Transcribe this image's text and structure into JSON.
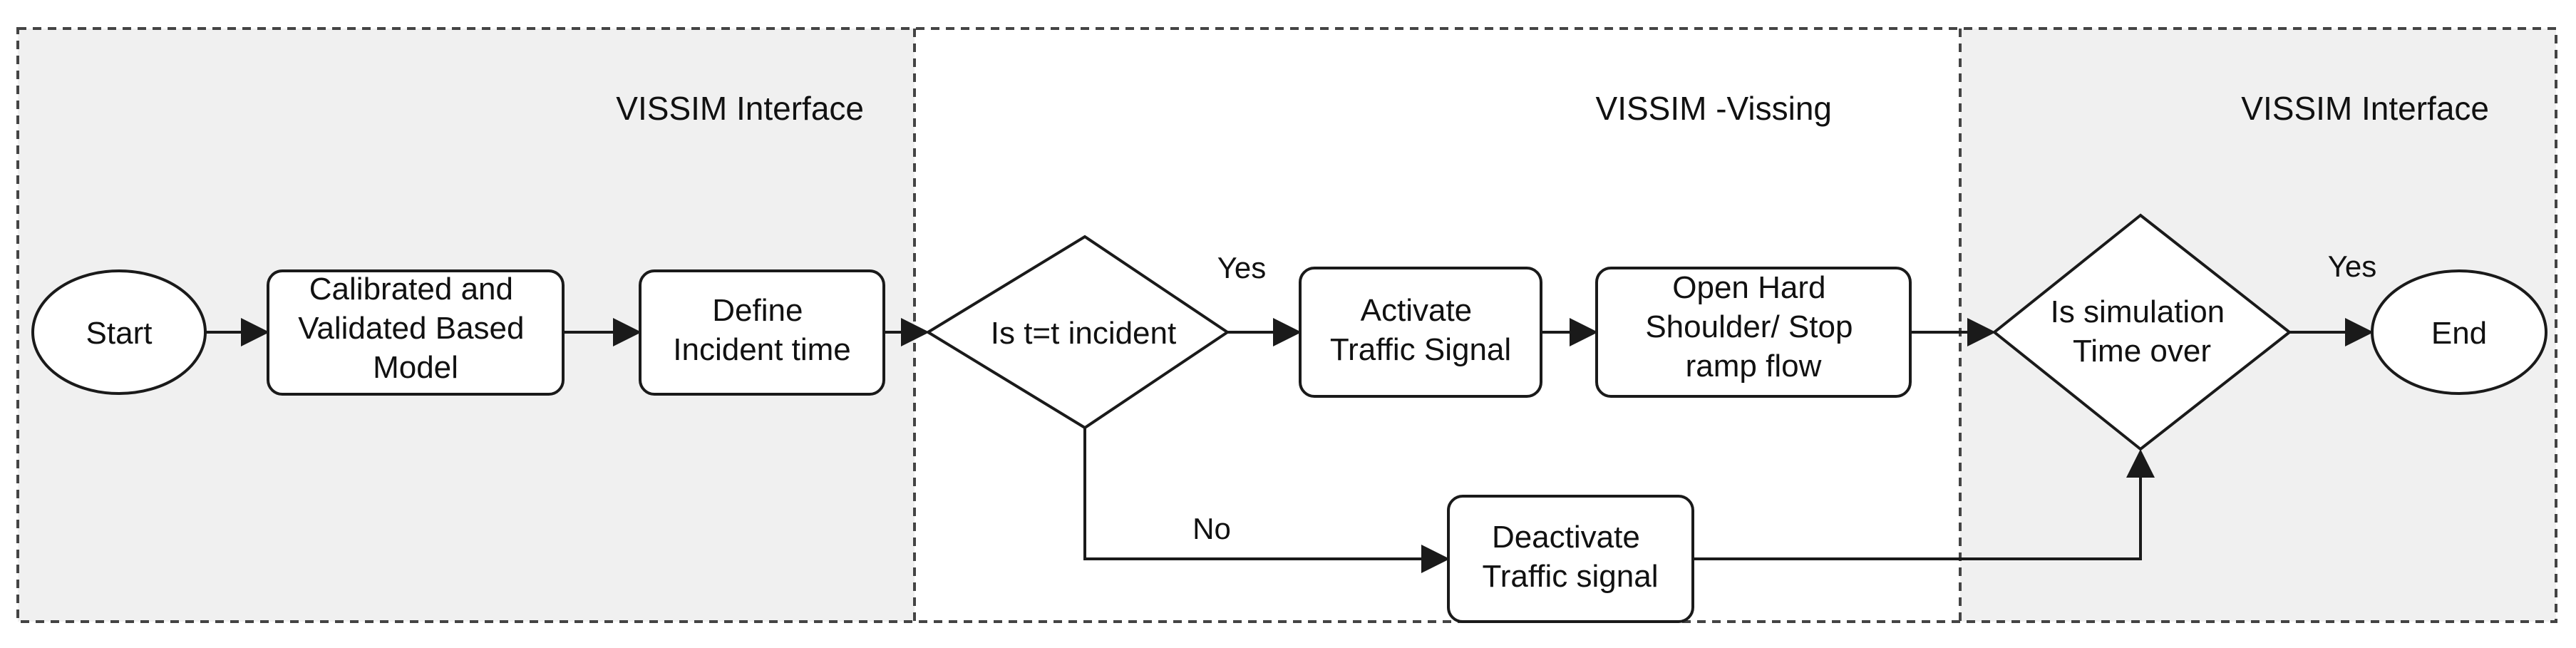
{
  "diagram": {
    "lanes": {
      "left": {
        "title": "VISSIM Interface"
      },
      "middle": {
        "title": "VISSIM -Vissing"
      },
      "right": {
        "title": "VISSIM Interface"
      }
    },
    "nodes": {
      "start": {
        "label": "Start"
      },
      "calibrated": {
        "lines": [
          "Calibrated and",
          "Validated Based",
          "Model"
        ]
      },
      "define": {
        "lines": [
          "Define",
          "Incident time"
        ]
      },
      "decision_incident": {
        "label": "Is t=t incident"
      },
      "activate": {
        "lines": [
          "Activate",
          "Traffic Signal"
        ]
      },
      "open_hard": {
        "lines": [
          "Open Hard",
          "Shoulder/ Stop",
          "ramp flow"
        ]
      },
      "decision_sim": {
        "lines": [
          "Is simulation",
          "Time over"
        ]
      },
      "end": {
        "label": "End"
      },
      "deactivate": {
        "lines": [
          "Deactivate",
          "Traffic signal"
        ]
      }
    },
    "edge_labels": {
      "incident_yes": "Yes",
      "incident_no": "No",
      "sim_yes": "Yes"
    },
    "colors": {
      "outer_lane_fill": "#f0f0f0",
      "middle_lane_fill": "#ffffff",
      "stroke": "#1a1a1a"
    }
  }
}
